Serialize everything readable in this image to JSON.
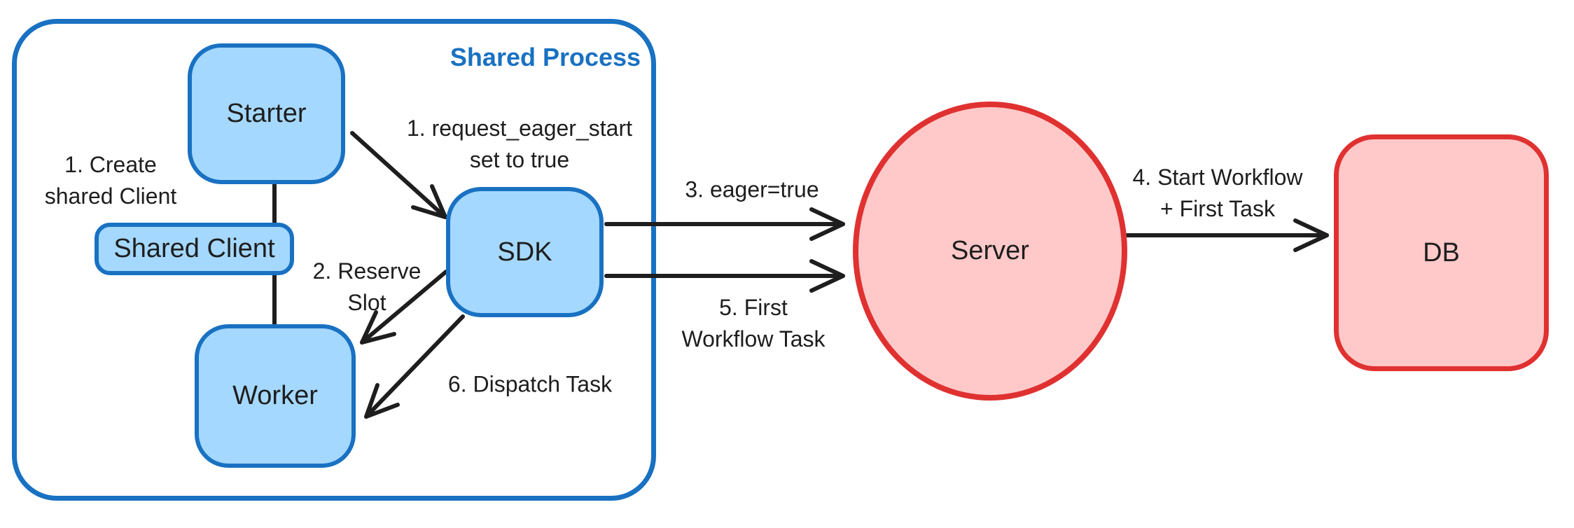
{
  "diagram": {
    "container_label": "Shared Process",
    "nodes": {
      "starter": "Starter",
      "shared_client": "Shared Client",
      "worker": "Worker",
      "sdk": "SDK",
      "server": "Server",
      "db": "DB"
    },
    "annotations": {
      "create_shared_client": "1. Create\nshared Client",
      "request_eager_start": "1. request_eager_start\nset to true",
      "reserve_slot": "2. Reserve\nSlot",
      "eager_true": "3. eager=true",
      "start_workflow": "4. Start Workflow\n+ First Task",
      "first_workflow_task": "5. First\nWorkflow Task",
      "dispatch_task": "6. Dispatch Task"
    },
    "edges": [
      {
        "from": "Starter",
        "to": "Shared Client",
        "style": "plain-line",
        "label": "1. Create shared Client"
      },
      {
        "from": "Shared Client",
        "to": "Worker",
        "style": "plain-line",
        "label": ""
      },
      {
        "from": "Starter",
        "to": "SDK",
        "style": "arrow",
        "label": "1. request_eager_start set to true"
      },
      {
        "from": "SDK",
        "to": "Worker",
        "style": "arrow",
        "label": "2. Reserve Slot"
      },
      {
        "from": "SDK",
        "to": "Server",
        "style": "arrow",
        "label": "3. eager=true"
      },
      {
        "from": "Server",
        "to": "DB",
        "style": "arrow",
        "label": "4. Start Workflow + First Task"
      },
      {
        "from": "SDK",
        "to": "Server",
        "style": "arrow",
        "label": "5. First Workflow Task"
      },
      {
        "from": "SDK",
        "to": "Worker",
        "style": "arrow",
        "label": "6. Dispatch Task"
      }
    ],
    "colors": {
      "blue_stroke": "#1971c2",
      "blue_fill": "#a5d8ff",
      "red_stroke": "#e03131",
      "red_fill": "#ffc9c9",
      "ink": "#1e1e1e"
    }
  }
}
